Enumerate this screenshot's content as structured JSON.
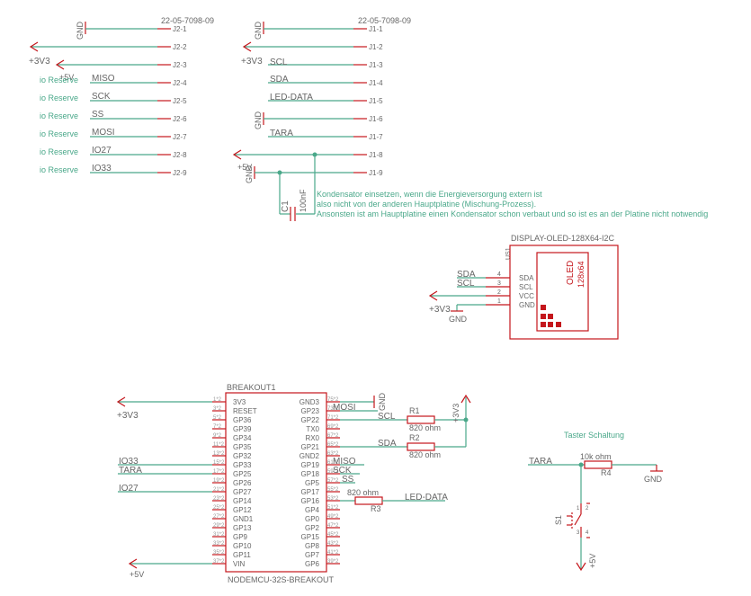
{
  "j2": {
    "part_no": "22-05-7098-09",
    "pins": [
      "J2-1",
      "J2-2",
      "J2-3",
      "J2-4",
      "J2-5",
      "J2-6",
      "J2-7",
      "J2-8",
      "J2-9"
    ],
    "gnd": "GND",
    "v33": "+3V3",
    "v5": "+5V",
    "reserve": [
      "io Reserve",
      "io Reserve",
      "io Reserve",
      "io Reserve",
      "io Reserve",
      "io Reserve"
    ],
    "nets": [
      "MISO",
      "SCK",
      "SS",
      "MOSI",
      "IO27",
      "IO33"
    ]
  },
  "j1": {
    "part_no": "22-05-7098-09",
    "pins": [
      "J1-1",
      "J1-2",
      "J1-3",
      "J1-4",
      "J1-5",
      "J1-6",
      "J1-7",
      "J1-8",
      "J1-9"
    ],
    "gnd_top": "GND",
    "v33": "+3V3",
    "gnd_mid": "GND",
    "v5": "+5V",
    "gnd_bot": "GND",
    "nets": [
      "SCL",
      "SDA",
      "LED-DATA",
      "TARA"
    ]
  },
  "cap": {
    "name": "C1",
    "value": "100nF",
    "note": [
      "Kondensator einsetzen, wenn die Energieversorgung extern ist",
      "also nicht von der anderen Hauptplatine (Mischung-Prozess).",
      "Ansonsten ist am Hauptplatine einen Kondensator schon verbaut und so ist es an der Platine nicht notwendig"
    ]
  },
  "display": {
    "title": "DISPLAY-OLED-128X64-I2C",
    "ref": "US1",
    "oled": "OLED",
    "res": "128x64",
    "pins": [
      "SDA",
      "SCL",
      "VCC",
      "GND"
    ],
    "pin_nums": [
      "4",
      "3",
      "2",
      "1"
    ],
    "nets": [
      "SDA",
      "SCL"
    ],
    "v33": "+3V3",
    "gnd": "GND"
  },
  "breakout": {
    "ref": "BREAKOUT1",
    "name": "NODEMCU-32S-BREAKOUT",
    "left_pins": [
      "3V3",
      "RESET",
      "GP36",
      "GP39",
      "GP34",
      "GP35",
      "GP32",
      "GP33",
      "GP25",
      "GP26",
      "GP27",
      "GP14",
      "GP12",
      "GND1",
      "GP13",
      "GP9",
      "GP10",
      "GP11",
      "VIN"
    ],
    "left_nums": [
      "1*2",
      "3*2",
      "5*2",
      "7*2",
      "9*2",
      "11*2",
      "13*2",
      "15*2",
      "17*2",
      "19*2",
      "21*2",
      "23*2",
      "25*2",
      "27*2",
      "29*2",
      "31*2",
      "33*2",
      "35*2",
      "37*2"
    ],
    "right_pins": [
      "GND3",
      "GP23",
      "GP22",
      "TX0",
      "RX0",
      "GP21",
      "GND2",
      "GP19",
      "GP18",
      "GP5",
      "GP17",
      "GP16",
      "GP4",
      "GP0",
      "GP2",
      "GP15",
      "GP8",
      "GP7",
      "GP6"
    ],
    "right_nums": [
      "75*2",
      "73*2",
      "71*2",
      "69*2",
      "67*2",
      "65*2",
      "63*2",
      "61*2",
      "59*2",
      "57*2",
      "55*2",
      "53*2",
      "51*2",
      "49*2",
      "47*2",
      "45*2",
      "43*2",
      "41*2",
      "39*2"
    ],
    "left_nets": [
      "+3V3",
      "IO33",
      "TARA",
      "IO27",
      "+5V"
    ],
    "right_nets": [
      "GND",
      "MOSI",
      "SCL",
      "SDA",
      "MISO",
      "SCK",
      "SS",
      "LED-DATA",
      "+3V3"
    ],
    "resistors": [
      {
        "name": "R1",
        "value": "820 ohm"
      },
      {
        "name": "R2",
        "value": "820 ohm"
      },
      {
        "name": "R3",
        "value": "820 ohm"
      }
    ]
  },
  "button": {
    "title": "Taster Schaltung",
    "net": "TARA",
    "r_name": "R4",
    "r_value": "10k ohm",
    "gnd": "GND",
    "switch": "S1",
    "v5": "+5V",
    "pins": [
      "1",
      "2",
      "3",
      "4"
    ]
  }
}
